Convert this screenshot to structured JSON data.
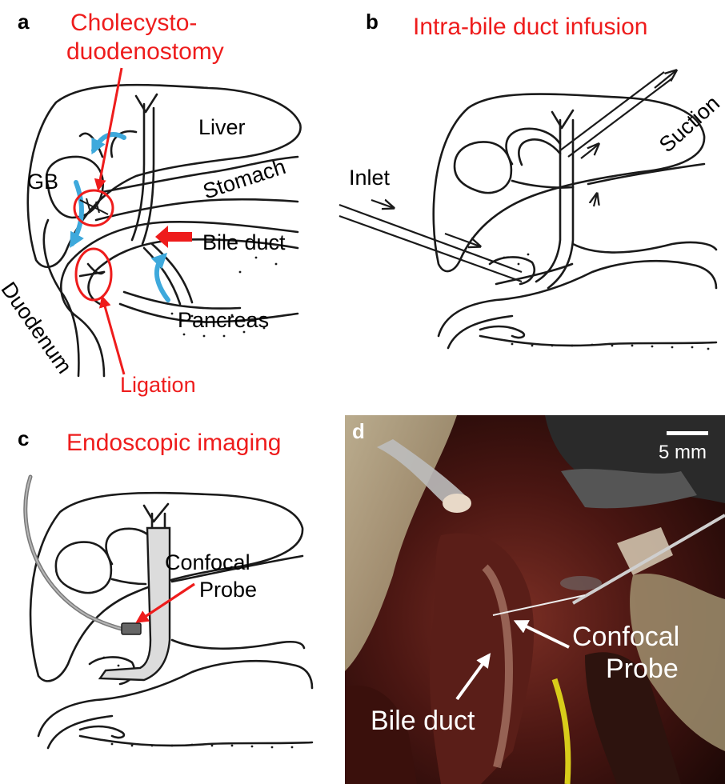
{
  "panels": {
    "a": {
      "letter": "a",
      "title_line1": "Cholecysto-",
      "title_line2": "duodenostomy",
      "labels": {
        "liver": "Liver",
        "gb": "GB",
        "stomach": "Stomach",
        "bile_duct": "Bile duct",
        "pancreas": "Pancreas",
        "duodenum": "Duodenum",
        "ligation": "Ligation"
      }
    },
    "b": {
      "letter": "b",
      "title": "Intra-bile duct infusion",
      "labels": {
        "inlet": "Inlet",
        "suction": "Suction"
      }
    },
    "c": {
      "letter": "c",
      "title": "Endoscopic imaging",
      "labels": {
        "probe_line1": "Confocal",
        "probe_line2": "Probe"
      }
    },
    "d": {
      "letter": "d",
      "scale_bar": "5 mm",
      "labels": {
        "probe_line1": "Confocal",
        "probe_line2": "Probe",
        "bile_duct": "Bile duct"
      }
    }
  },
  "colors": {
    "annotation_red": "#ee1c1c",
    "flow_blue": "#3ea9dc",
    "outline": "#1a1a1a"
  }
}
